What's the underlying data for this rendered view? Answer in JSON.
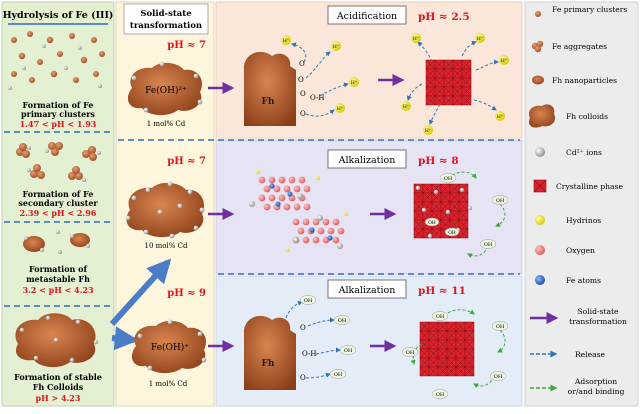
{
  "left_panel": {
    "title": "Hydrolysis of Fe (III)",
    "stages": [
      {
        "label_1": "Formation of Fe",
        "label_2": "primary clusters",
        "ph": "1.47 < pH < 1.93"
      },
      {
        "label_1": "Formation of Fe",
        "label_2": "secondary cluster",
        "ph": "2.39 < pH < 2.96"
      },
      {
        "label_1": "Formation of",
        "label_2": "metastable Fh",
        "ph": "3.2 < pH < 4.23"
      },
      {
        "label_1": "Formation of stable",
        "label_2": "Fh Colloids",
        "ph": "pH > 4.23"
      }
    ]
  },
  "solid_state": {
    "title_1": "Solid-state",
    "title_2": "transformation",
    "rows": [
      {
        "ph": "pH ≈ 7",
        "formula": "Fe(OH)²⁺",
        "cd": "1 mol% Cd"
      },
      {
        "ph": "pH ≈ 7",
        "formula": "",
        "cd": "10 mol% Cd"
      },
      {
        "ph": "pH ≈ 9",
        "formula": "Fe(OH)⁺",
        "cd": "1 mol% Cd"
      }
    ]
  },
  "reactions": [
    {
      "title": "Acidification",
      "ph": "pH ≈ 2.5",
      "fh": "Fh",
      "h": "H⁺",
      "groups": [
        "O",
        "O",
        "O",
        "O-H",
        "O"
      ]
    },
    {
      "title": "Alkalization",
      "ph": "pH ≈ 8",
      "oh": "OH"
    },
    {
      "title": "Alkalization",
      "ph": "pH ≈ 11",
      "fh": "Fh",
      "oh": "OH",
      "groups": [
        "O",
        "O-H",
        "O"
      ]
    }
  ],
  "legend": [
    {
      "label": "Fe primary clusters",
      "icon": "fe-primary-cluster-icon"
    },
    {
      "label": "Fe aggregates",
      "icon": "fe-aggregate-icon"
    },
    {
      "label": "Fh nanoparticles",
      "icon": "fh-nanoparticle-icon"
    },
    {
      "label": "Fh colloids",
      "icon": "fh-colloid-icon"
    },
    {
      "label": "Cd²⁺ ions",
      "icon": "cd-ion-icon"
    },
    {
      "label": "Crystalline phase",
      "icon": "crystalline-phase-icon"
    },
    {
      "label": "Hydrinos",
      "icon": "hydrino-icon"
    },
    {
      "label": "Oxygen",
      "icon": "oxygen-icon"
    },
    {
      "label": "Fe atoms",
      "icon": "fe-atom-icon"
    },
    {
      "label": "Solid-state",
      "label_2": "transformation",
      "icon": "solid-state-arrow-icon"
    },
    {
      "label": "Release",
      "icon": "release-arrow-icon"
    },
    {
      "label": "Adsorption",
      "label_2": "or/and binding",
      "icon": "adsorption-arrow-icon"
    }
  ],
  "colors": {
    "left_bg": "#e3f0d1",
    "solid_bg": "#fdf6dc",
    "acid_bg": "#fbe7d9",
    "alk8_bg": "#e6e3f4",
    "alk11_bg": "#e4ecf7",
    "legend_bg": "#ececec",
    "ph_red": "#e0141e",
    "arrow_purple": "#7030a0",
    "release_blue": "#2e75b6",
    "adsorb_green": "#3aa83a",
    "fh_brown": "#b5653a",
    "crystal_red": "#d9232d"
  }
}
